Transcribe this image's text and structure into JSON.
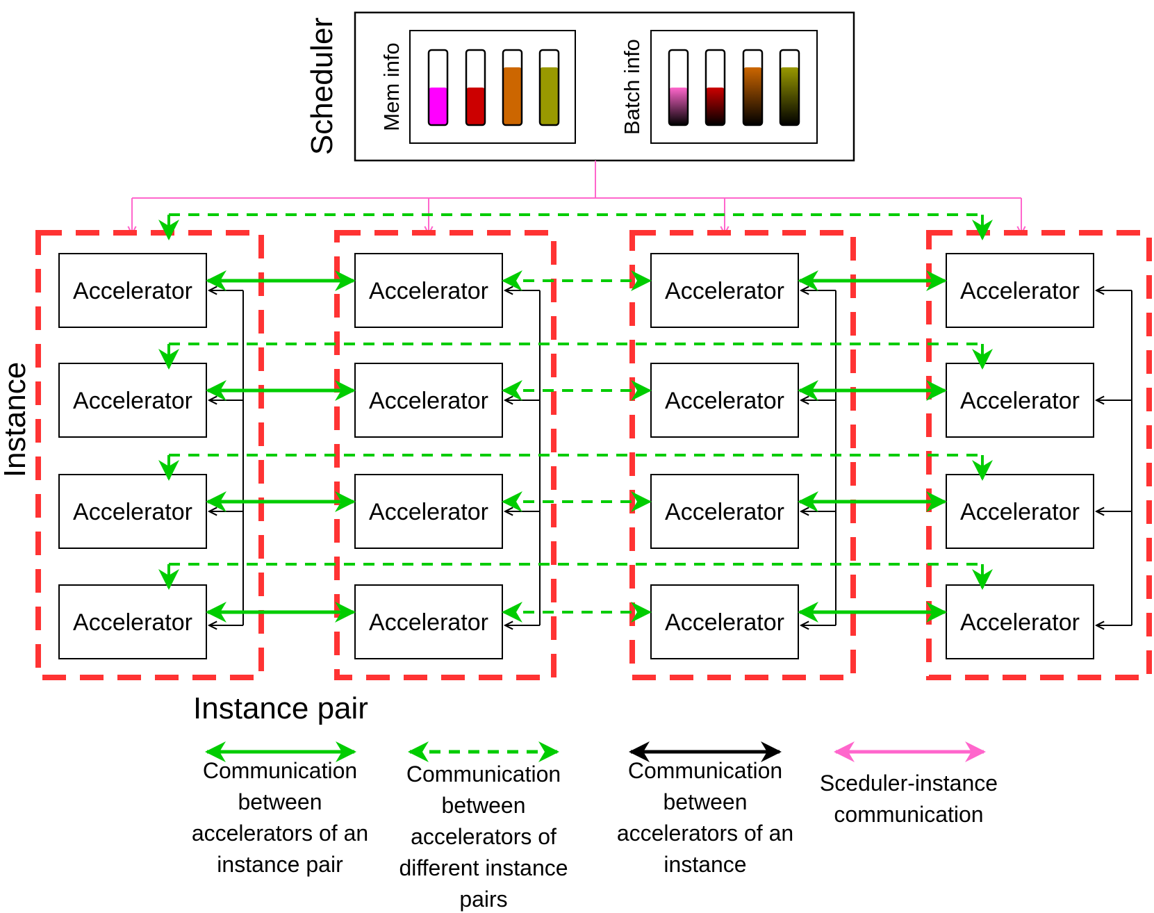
{
  "scheduler": {
    "title": "Scheduler",
    "mem_info": {
      "label": "Mem info",
      "bars": [
        {
          "level": 0.5,
          "color": "#ff00ff",
          "gradient": false
        },
        {
          "level": 0.5,
          "color": "#cc0000",
          "gradient": false
        },
        {
          "level": 0.77,
          "color": "#cc6600",
          "gradient": false
        },
        {
          "level": 0.77,
          "color": "#999900",
          "gradient": false
        }
      ]
    },
    "batch_info": {
      "label": "Batch info",
      "bars": [
        {
          "level": 0.5,
          "color": "#ff66cc",
          "gradient": true
        },
        {
          "level": 0.5,
          "color": "#cc0000",
          "gradient": true
        },
        {
          "level": 0.77,
          "color": "#cc6600",
          "gradient": true
        },
        {
          "level": 0.77,
          "color": "#999900",
          "gradient": true
        }
      ]
    }
  },
  "instance_label": "Instance",
  "instance_pair_label": "Instance pair",
  "accelerator_label": "Accelerator",
  "instances_count": 4,
  "accelerators_per_instance": 4,
  "colors": {
    "intra_pair": "#00cc00",
    "inter_pair": "#00cc00",
    "intra_instance": "#000000",
    "scheduler_link": "#ff66cc",
    "instance_border": "#ff3333"
  },
  "legend": [
    {
      "style": "solid-green",
      "lines": [
        "Communication",
        "between",
        "accelerators of an",
        "instance pair"
      ]
    },
    {
      "style": "dashed-green",
      "lines": [
        "Communication",
        "between",
        "accelerators of",
        "different instance",
        "pairs"
      ]
    },
    {
      "style": "solid-black",
      "lines": [
        "Communication",
        "between",
        "accelerators of an",
        "instance"
      ]
    },
    {
      "style": "solid-pink",
      "lines": [
        "Sceduler-instance",
        "communication"
      ]
    }
  ]
}
